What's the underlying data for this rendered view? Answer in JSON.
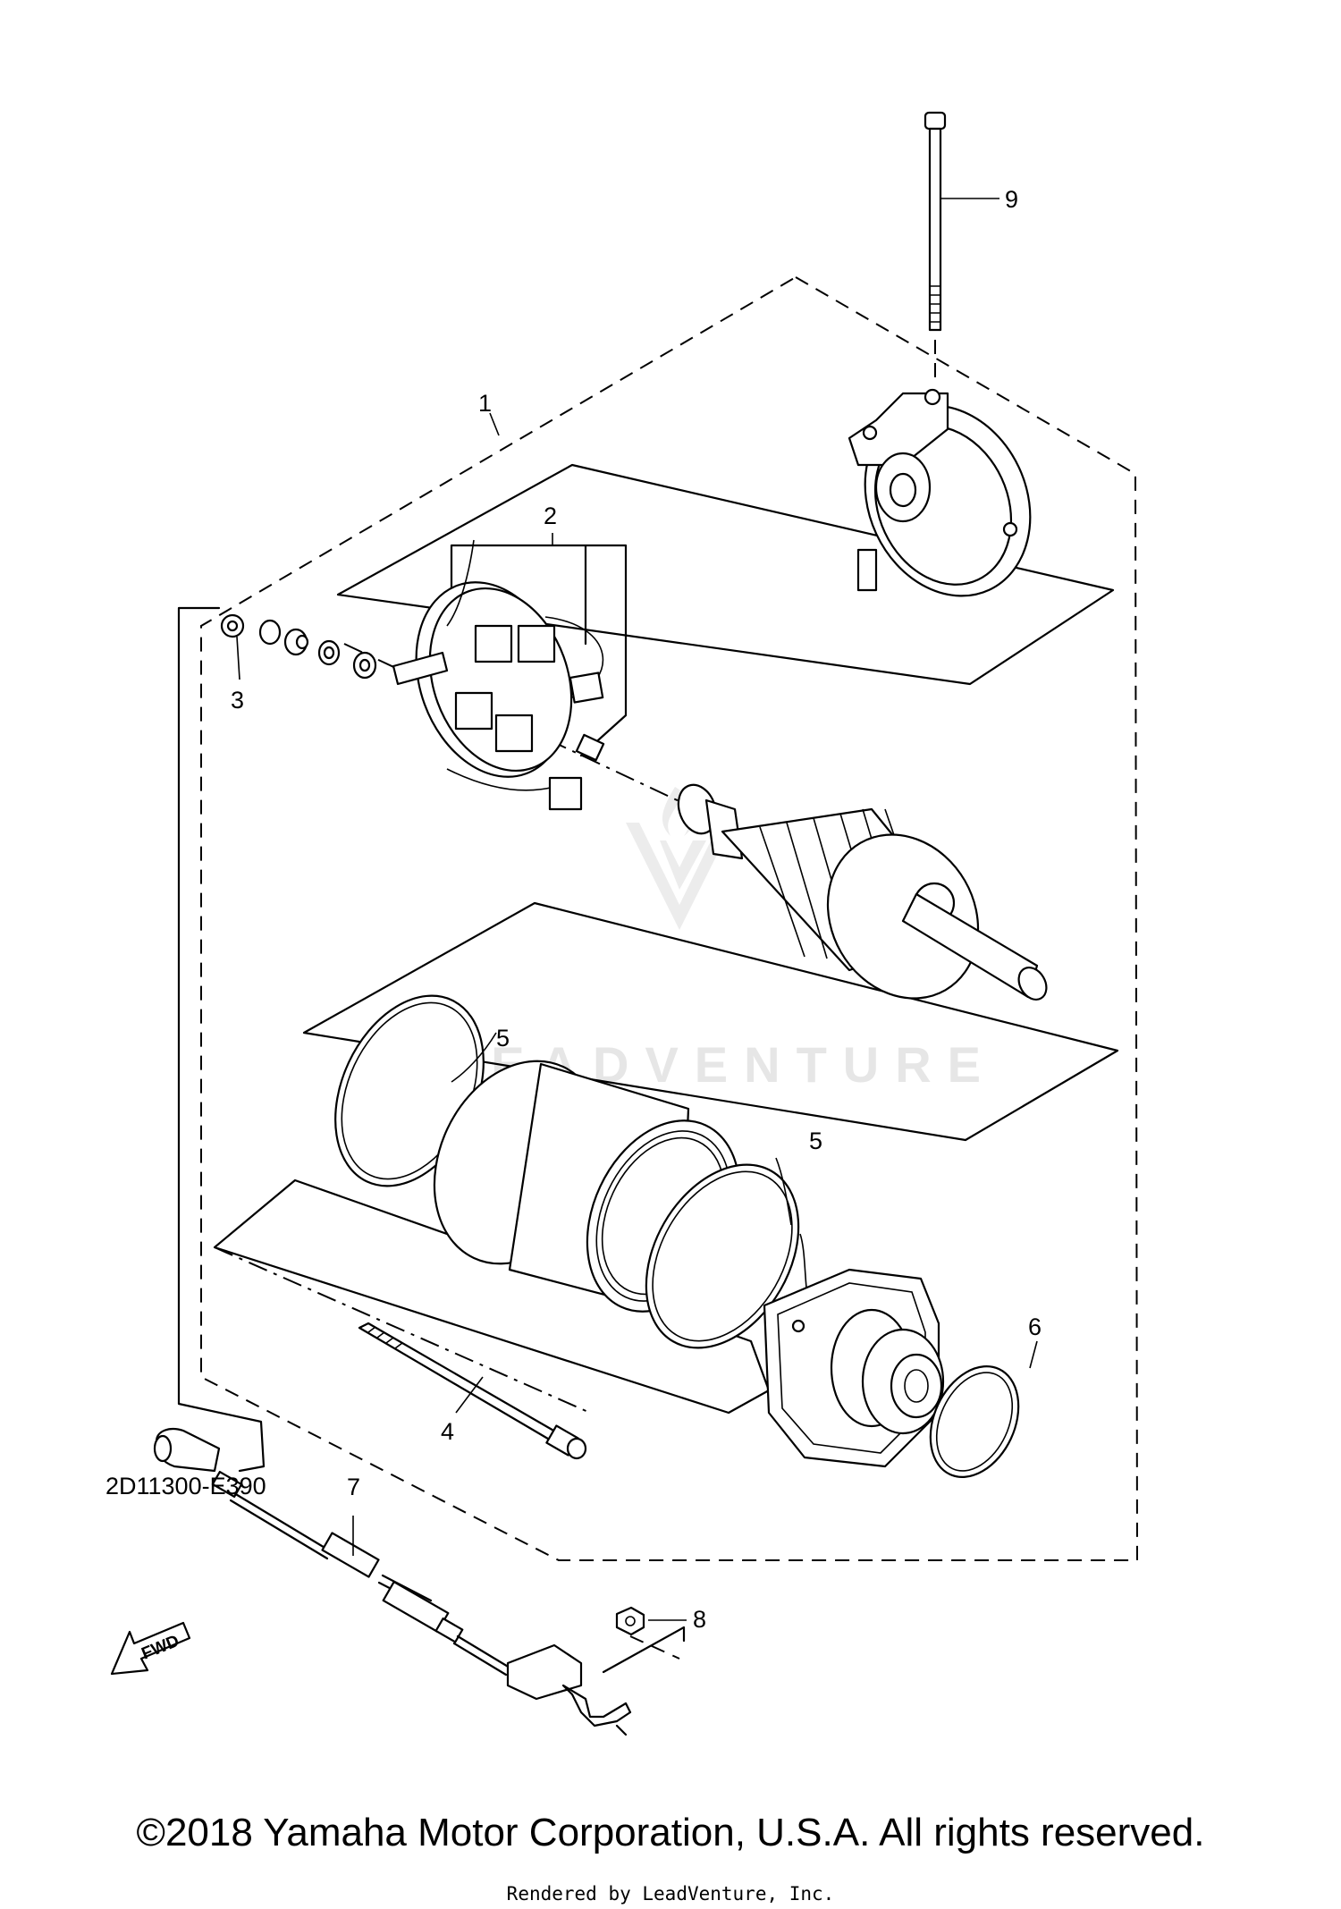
{
  "diagram": {
    "callouts": [
      {
        "id": "1",
        "label": "1"
      },
      {
        "id": "2",
        "label": "2"
      },
      {
        "id": "3",
        "label": "3"
      },
      {
        "id": "4",
        "label": "4"
      },
      {
        "id": "5a",
        "label": "5"
      },
      {
        "id": "5b",
        "label": "5"
      },
      {
        "id": "6",
        "label": "6"
      },
      {
        "id": "7",
        "label": "7"
      },
      {
        "id": "8",
        "label": "8"
      },
      {
        "id": "9",
        "label": "9"
      }
    ],
    "fwd_label": "FWD",
    "diagram_code": "2D11300-E390",
    "watermark": "LEADVENTURE"
  },
  "footer": {
    "copyright": "©2018 Yamaha Motor Corporation, U.S.A. All rights reserved.",
    "rendered_by": "Rendered by LeadVenture, Inc."
  }
}
